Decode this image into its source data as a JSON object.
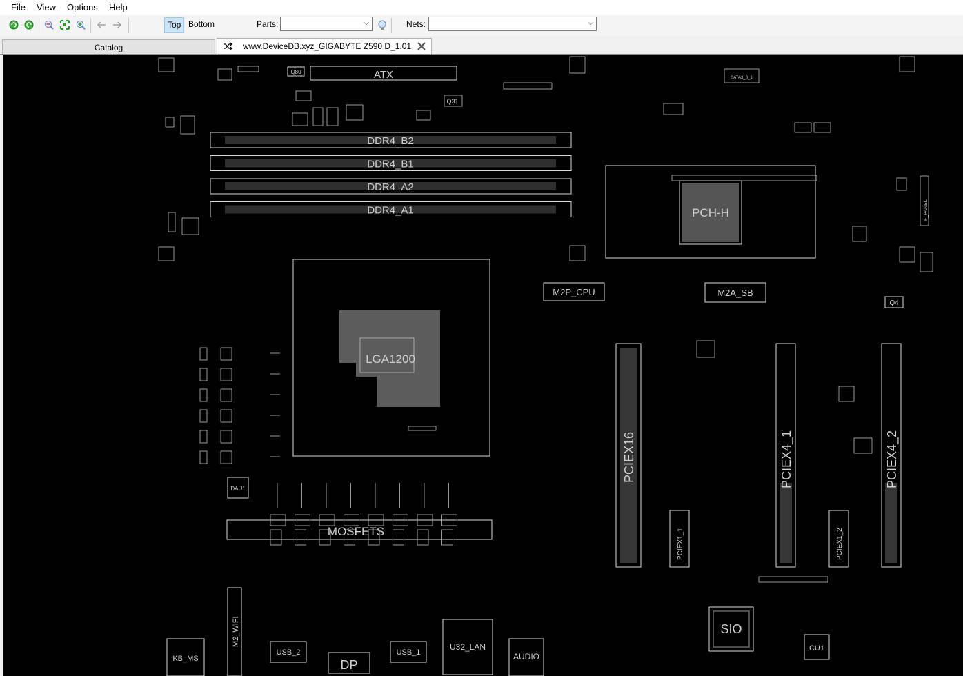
{
  "menu": [
    "File",
    "View",
    "Options",
    "Help"
  ],
  "toolbar": {
    "side_top": "Top",
    "side_bottom": "Bottom",
    "active_side": "Top",
    "parts_label": "Parts:",
    "parts_value": "",
    "nets_label": "Nets:",
    "nets_value": "",
    "icons": [
      "refresh-green-icon",
      "rotate-green-icon",
      "zoom-out-icon",
      "fit-icon",
      "zoom-in-icon",
      "back-arrow-icon",
      "forward-arrow-icon",
      "search-bulb-icon"
    ]
  },
  "tabs": {
    "catalog": "Catalog",
    "document": "www.DeviceDB.xyz_GIGABYTE Z590 D_1.01"
  },
  "board": {
    "slots": [
      "DDR4_B2",
      "DDR4_B1",
      "DDR4_A2",
      "DDR4_A1"
    ],
    "labels": {
      "atx": "ATX",
      "pch": "PCH-H",
      "cpu": "LGA1200",
      "m2p_cpu": "M2P_CPU",
      "m2a_sb": "M2A_SB",
      "pciex16": "PCIEX16",
      "pciex4_1": "PCIEX4_1",
      "pciex4_2": "PCIEX4_2",
      "pciex1_1": "PCIEX1_1",
      "pciex1_2": "PCIEX1_2",
      "sio": "SIO",
      "cu1": "CU1",
      "q4": "Q4",
      "q31": "Q31",
      "q80": "Q80",
      "dau1": "DAU1",
      "mosfets": "MOSFETS",
      "kb_ms": "KB_MS",
      "usb_2": "USB_2",
      "usb_1": "USB_1",
      "dp": "DP",
      "u32_lan": "U32_LAN",
      "audio": "AUDIO",
      "m2_wifi": "M2_WIFI",
      "f_panel": "F_PANEL",
      "sata3": "SATA3_0_1"
    },
    "colors": {
      "background": "#000000",
      "outline": "#d8d8d8"
    }
  }
}
